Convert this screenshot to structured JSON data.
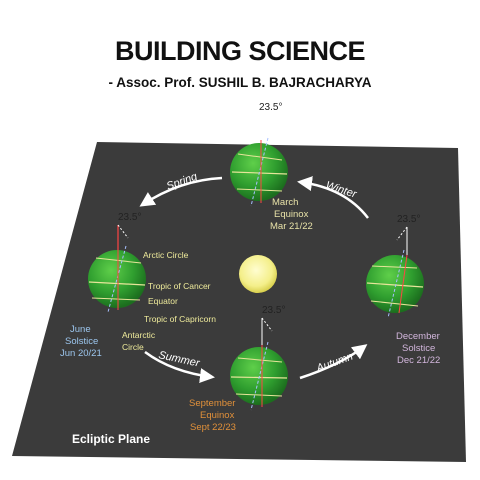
{
  "header": {
    "title": "BUILDING SCIENCE",
    "subtitle": "- Assoc. Prof. SUSHIL B. BAJRACHARYA"
  },
  "diagram": {
    "plane_label": "Ecliptic Plane",
    "tilt_label": "23.5°",
    "arrows": {
      "spring": "Spring",
      "winter": "Winter",
      "summer": "Summer",
      "autumn": "Autumn"
    },
    "march": {
      "name": "March",
      "event": "Equinox",
      "date": "Mar 21/22"
    },
    "june": {
      "name": "June",
      "event": "Solstice",
      "date": "Jun 20/21"
    },
    "september": {
      "name": "September",
      "event": "Equinox",
      "date": "Sept 22/23"
    },
    "december": {
      "name": "December",
      "event": "Solstice",
      "date": "Dec 21/22"
    },
    "circles": {
      "arctic": "Arctic Circle",
      "cancer": "Tropic of Cancer",
      "equator": "Equator",
      "capricorn": "Tropic of Capricorn",
      "antarctic_1": "Antarctic",
      "antarctic_2": "Circle"
    },
    "colors": {
      "plane": "#3b3b3b",
      "earth": "#2f9e2f",
      "sun": "#f4ef8a",
      "march_text": "#e8e2a8",
      "june_text": "#9cc6ee",
      "september_text": "#e0903a",
      "december_text": "#d2b6dc"
    }
  }
}
